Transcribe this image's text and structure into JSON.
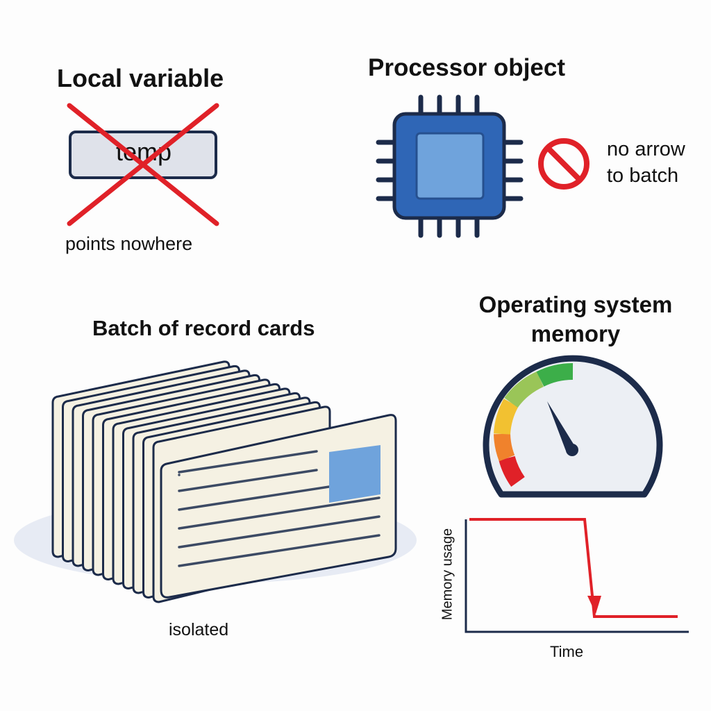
{
  "local": {
    "title": "Local variable",
    "var_name": "temp",
    "caption": "points nowhere",
    "icon": "cross-out"
  },
  "processor": {
    "title": "Processor object",
    "note_line1": "no arrow",
    "note_line2": "to batch",
    "icon": "cpu-chip",
    "prohibited_icon": "no-entry"
  },
  "batch": {
    "title": "Batch of record cards",
    "caption": "isolated",
    "icon": "card-stack"
  },
  "memory": {
    "title_line1": "Operating system",
    "title_line2": "memory",
    "icon": "gauge",
    "plot_ylabel": "Memory usage",
    "plot_xlabel": "Time"
  },
  "colors": {
    "red": "#e02128",
    "chip_blue": "#2f66b6",
    "chip_core": "#6fa3dc",
    "card_fill": "#f5f1e3",
    "outline": "#1c2b4a"
  }
}
